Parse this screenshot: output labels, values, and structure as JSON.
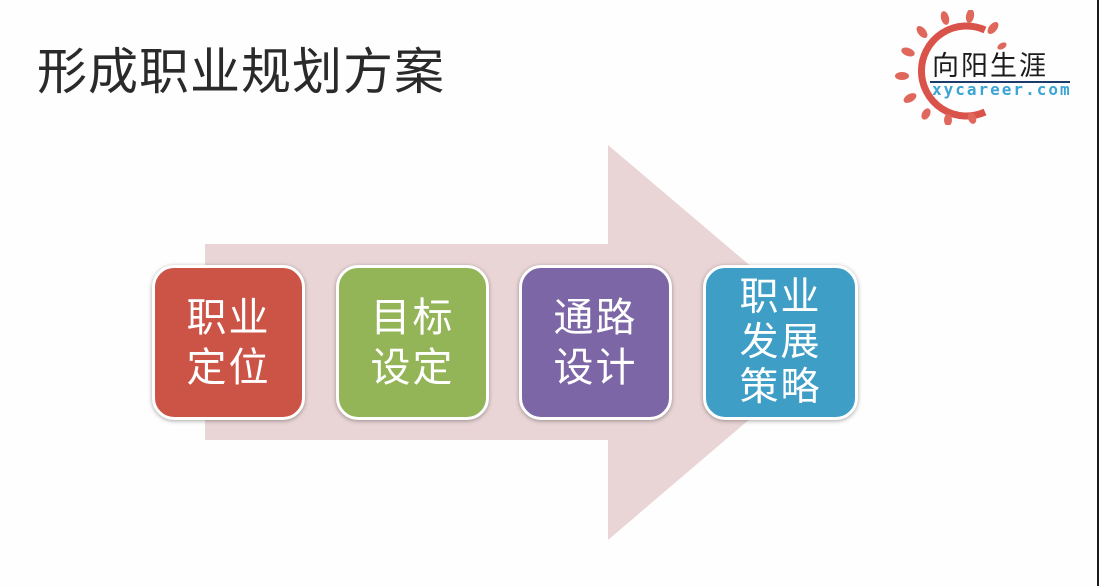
{
  "slide": {
    "title": "形成职业规划方案",
    "logo": {
      "name_cn": "向阳生涯",
      "name_en": "xycareer.com",
      "sun_color": "#d9534a",
      "text_color": "#1c1c1c",
      "url_color": "#3aa4d4"
    },
    "arrow": {
      "color": "#ead5d6"
    },
    "steps": [
      {
        "label": "职业\n定位",
        "color": "#cc5447"
      },
      {
        "label": "目标\n设定",
        "color": "#93b457"
      },
      {
        "label": "通路\n设计",
        "color": "#7c66a6"
      },
      {
        "label": "职业\n发展\n策略",
        "color": "#3e9ec6"
      }
    ]
  }
}
